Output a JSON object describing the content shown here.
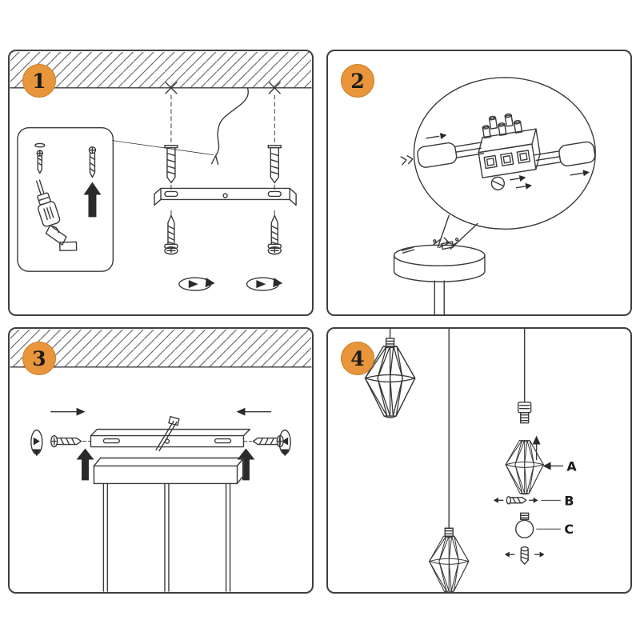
{
  "colors": {
    "accent": "#E8953C",
    "line": "#3A3A3A",
    "background": "#FFFFFF"
  },
  "panels": [
    {
      "number": "1",
      "illustration": [
        "ceiling-hatch",
        "drill-icon",
        "wall-anchor-icon",
        "mounting-strap",
        "screw-icon",
        "rotation-arrow-icon"
      ]
    },
    {
      "number": "2",
      "illustration": [
        "callout-balloon",
        "terminal-block-icon",
        "wires-icon",
        "ceiling-canopy"
      ]
    },
    {
      "number": "3",
      "illustration": [
        "ceiling-hatch",
        "mounting-rail",
        "side-screw-icon",
        "rotation-arrow-icon",
        "up-arrow-icon",
        "canopy-bar",
        "pendant-rods"
      ]
    },
    {
      "number": "4",
      "illustration": [
        "pendant-lamp-icon",
        "lamp-socket",
        "cage-shade",
        "locking-ring",
        "bulb-icon"
      ],
      "labels": {
        "a": "A",
        "b": "B",
        "c": "C"
      }
    }
  ]
}
